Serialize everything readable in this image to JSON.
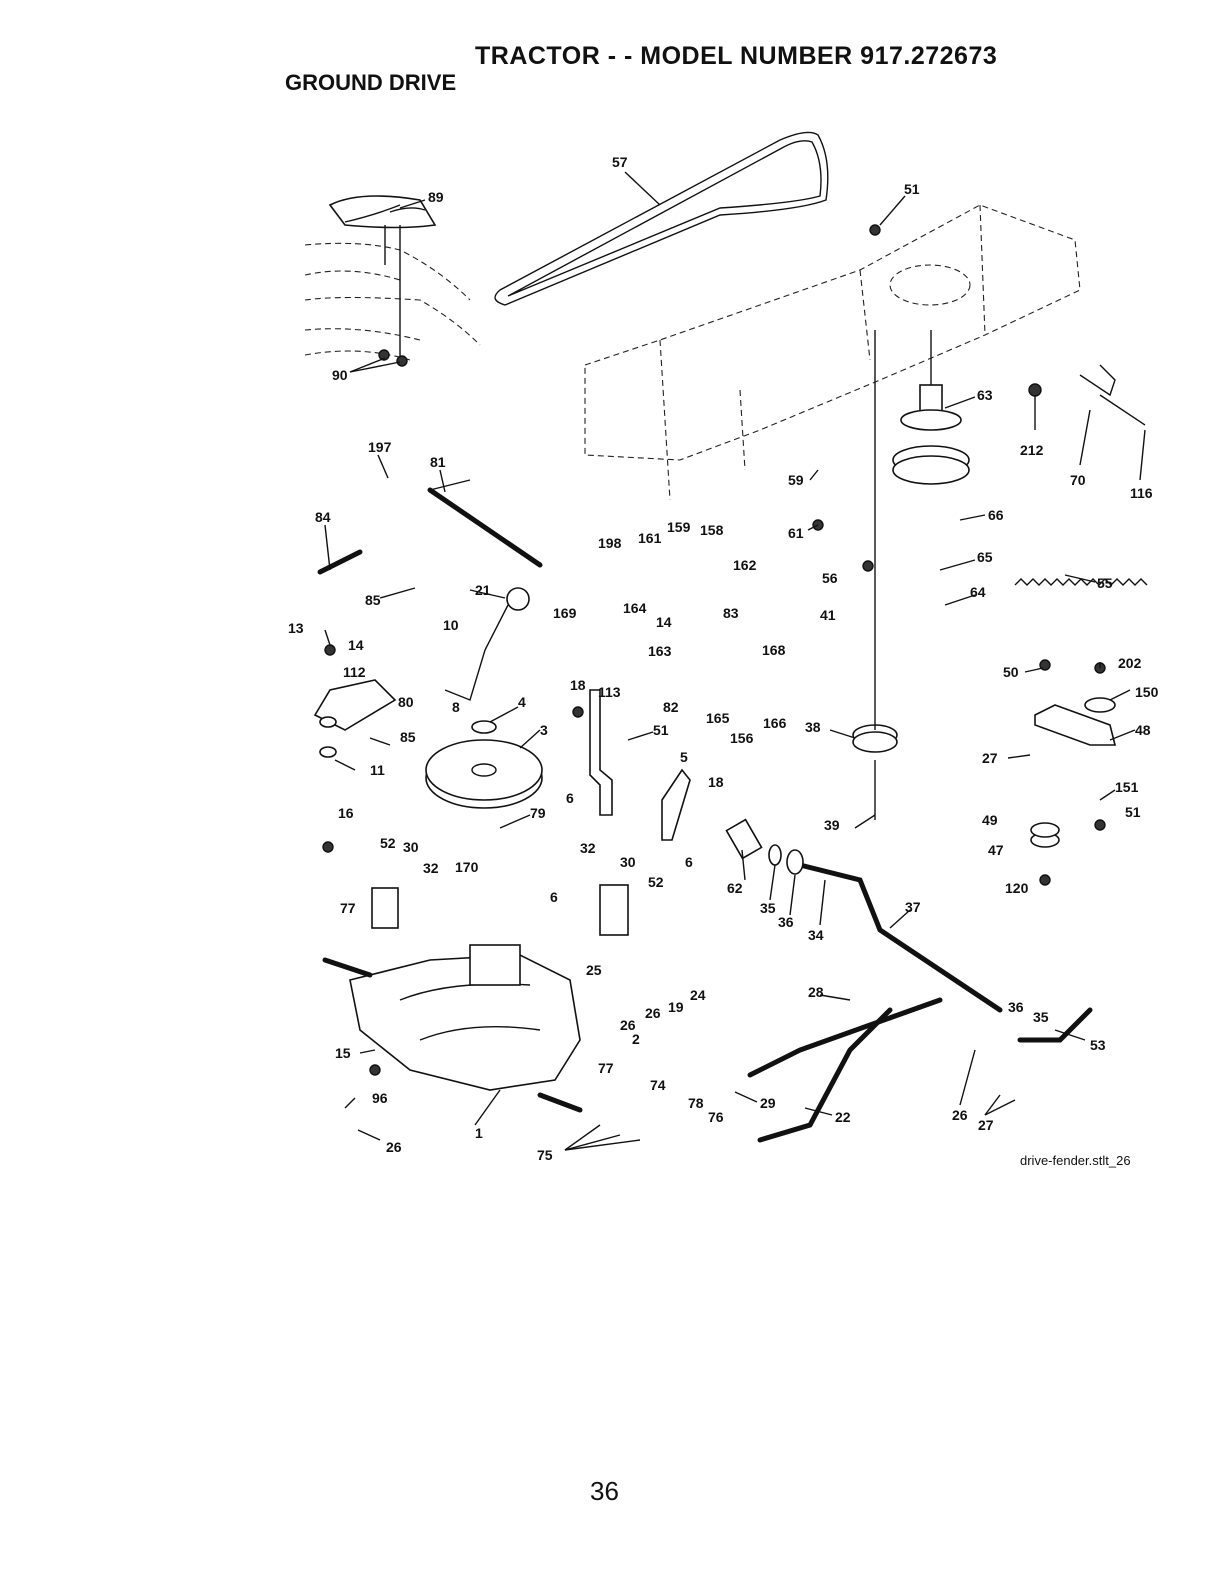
{
  "header": {
    "title": "TRACTOR - - MODEL NUMBER  917.272673",
    "subtitle": "GROUND DRIVE"
  },
  "footer": {
    "file_ref": "drive-fender.stlt_26",
    "page_number": "36"
  },
  "callouts": [
    {
      "id": "c57",
      "text": "57"
    },
    {
      "id": "c89",
      "text": "89"
    },
    {
      "id": "c51a",
      "text": "51"
    },
    {
      "id": "c90",
      "text": "90"
    },
    {
      "id": "c63",
      "text": "63"
    },
    {
      "id": "c212",
      "text": "212"
    },
    {
      "id": "c70",
      "text": "70"
    },
    {
      "id": "c116",
      "text": "116"
    },
    {
      "id": "c197",
      "text": "197"
    },
    {
      "id": "c81",
      "text": "81"
    },
    {
      "id": "c59",
      "text": "59"
    },
    {
      "id": "c84",
      "text": "84"
    },
    {
      "id": "c61",
      "text": "61"
    },
    {
      "id": "c66",
      "text": "66"
    },
    {
      "id": "c198",
      "text": "198"
    },
    {
      "id": "c161",
      "text": "161"
    },
    {
      "id": "c159",
      "text": "159"
    },
    {
      "id": "c158",
      "text": "158"
    },
    {
      "id": "c162",
      "text": "162"
    },
    {
      "id": "c56",
      "text": "56"
    },
    {
      "id": "c65",
      "text": "65"
    },
    {
      "id": "c55",
      "text": "55"
    },
    {
      "id": "c21",
      "text": "21"
    },
    {
      "id": "c169",
      "text": "169"
    },
    {
      "id": "c164",
      "text": "164"
    },
    {
      "id": "c85a",
      "text": "85"
    },
    {
      "id": "c14a",
      "text": "14"
    },
    {
      "id": "c83",
      "text": "83"
    },
    {
      "id": "c64",
      "text": "64"
    },
    {
      "id": "c41",
      "text": "41"
    },
    {
      "id": "c13",
      "text": "13"
    },
    {
      "id": "c10",
      "text": "10"
    },
    {
      "id": "c14b",
      "text": "14"
    },
    {
      "id": "c163",
      "text": "163"
    },
    {
      "id": "c168",
      "text": "168"
    },
    {
      "id": "c112",
      "text": "112"
    },
    {
      "id": "c50",
      "text": "50"
    },
    {
      "id": "c202",
      "text": "202"
    },
    {
      "id": "c18a",
      "text": "18"
    },
    {
      "id": "c113",
      "text": "113"
    },
    {
      "id": "c150",
      "text": "150"
    },
    {
      "id": "c80",
      "text": "80"
    },
    {
      "id": "c8",
      "text": "8"
    },
    {
      "id": "c4",
      "text": "4"
    },
    {
      "id": "c82",
      "text": "82"
    },
    {
      "id": "c165",
      "text": "165"
    },
    {
      "id": "c166",
      "text": "166"
    },
    {
      "id": "c85b",
      "text": "85"
    },
    {
      "id": "c3",
      "text": "3"
    },
    {
      "id": "c51b",
      "text": "51"
    },
    {
      "id": "c156",
      "text": "156"
    },
    {
      "id": "c38",
      "text": "38"
    },
    {
      "id": "c48",
      "text": "48"
    },
    {
      "id": "c5",
      "text": "5"
    },
    {
      "id": "c11",
      "text": "11"
    },
    {
      "id": "c18b",
      "text": "18"
    },
    {
      "id": "c27a",
      "text": "27"
    },
    {
      "id": "c151",
      "text": "151"
    },
    {
      "id": "c6a",
      "text": "6"
    },
    {
      "id": "c79",
      "text": "79"
    },
    {
      "id": "c39",
      "text": "39"
    },
    {
      "id": "c51c",
      "text": "51"
    },
    {
      "id": "c16",
      "text": "16"
    },
    {
      "id": "c49",
      "text": "49"
    },
    {
      "id": "c52a",
      "text": "52"
    },
    {
      "id": "c30a",
      "text": "30"
    },
    {
      "id": "c32a",
      "text": "32"
    },
    {
      "id": "c30b",
      "text": "30"
    },
    {
      "id": "c6b",
      "text": "6"
    },
    {
      "id": "c47",
      "text": "47"
    },
    {
      "id": "c170",
      "text": "170"
    },
    {
      "id": "c32b",
      "text": "32"
    },
    {
      "id": "c52b",
      "text": "52"
    },
    {
      "id": "c62",
      "text": "62"
    },
    {
      "id": "c120",
      "text": "120"
    },
    {
      "id": "c6c",
      "text": "6"
    },
    {
      "id": "c77a",
      "text": "77"
    },
    {
      "id": "c35a",
      "text": "35"
    },
    {
      "id": "c37",
      "text": "37"
    },
    {
      "id": "c36a",
      "text": "36"
    },
    {
      "id": "c34",
      "text": "34"
    },
    {
      "id": "c25",
      "text": "25"
    },
    {
      "id": "c24",
      "text": "24"
    },
    {
      "id": "c28",
      "text": "28"
    },
    {
      "id": "c36b",
      "text": "36"
    },
    {
      "id": "c35b",
      "text": "35"
    },
    {
      "id": "c26a",
      "text": "26"
    },
    {
      "id": "c19",
      "text": "19"
    },
    {
      "id": "c26b",
      "text": "26"
    },
    {
      "id": "c53",
      "text": "53"
    },
    {
      "id": "c15",
      "text": "15"
    },
    {
      "id": "c2",
      "text": "2"
    },
    {
      "id": "c77b",
      "text": "77"
    },
    {
      "id": "c96",
      "text": "96"
    },
    {
      "id": "c74",
      "text": "74"
    },
    {
      "id": "c29",
      "text": "29"
    },
    {
      "id": "c78",
      "text": "78"
    },
    {
      "id": "c22",
      "text": "22"
    },
    {
      "id": "c1",
      "text": "1"
    },
    {
      "id": "c76",
      "text": "76"
    },
    {
      "id": "c26c",
      "text": "26"
    },
    {
      "id": "c27b",
      "text": "27"
    },
    {
      "id": "c26d",
      "text": "26"
    },
    {
      "id": "c75",
      "text": "75"
    }
  ]
}
